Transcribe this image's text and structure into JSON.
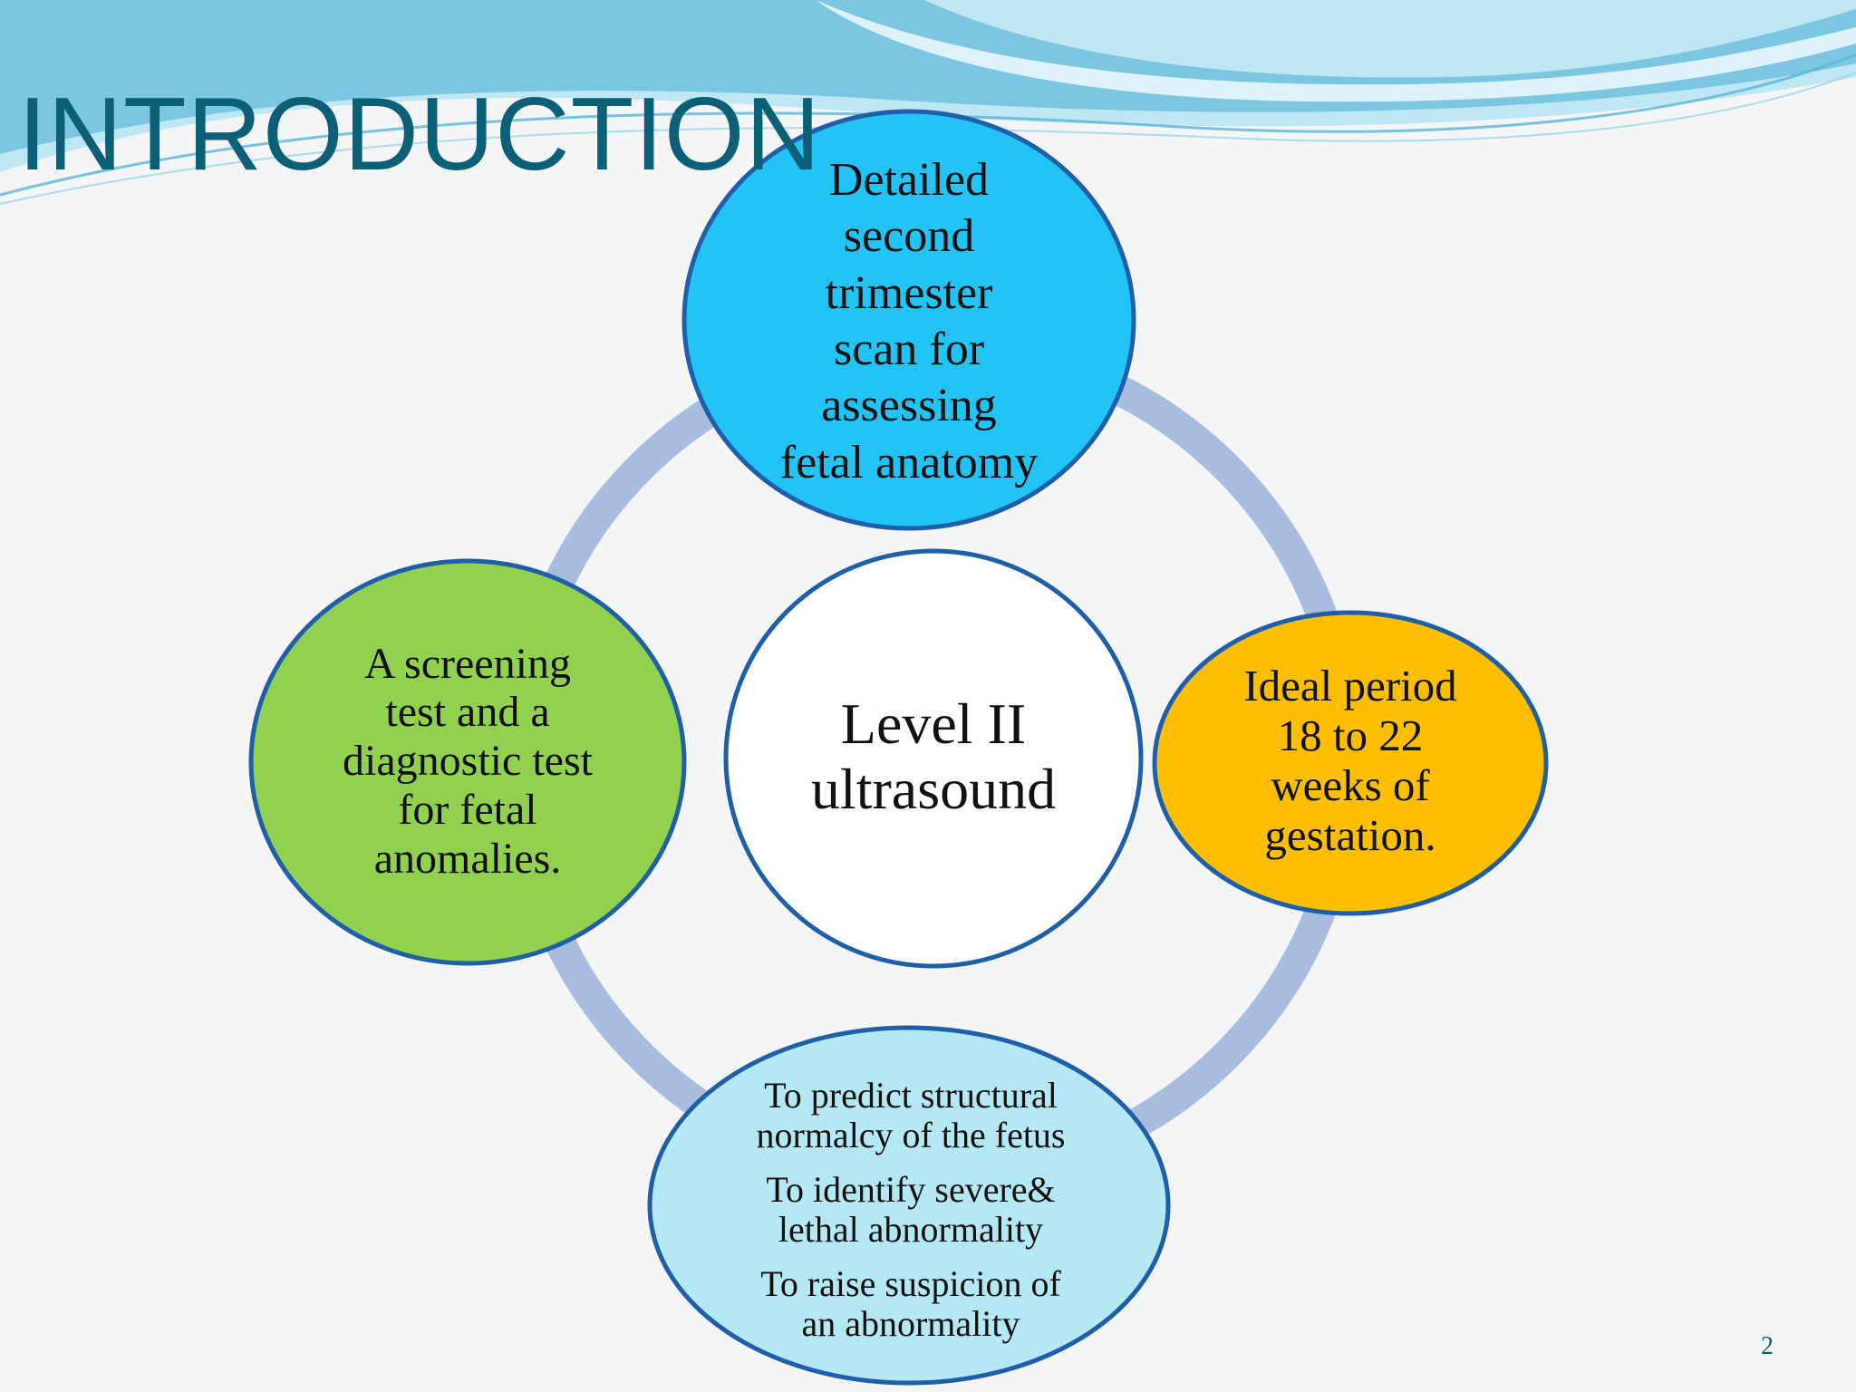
{
  "slide": {
    "title": "INTRODUCTION",
    "page_number": "2"
  },
  "diagram": {
    "center": {
      "lines": [
        "Level II",
        "ultrasound"
      ]
    },
    "top": {
      "lines": [
        "Detailed",
        "second",
        "trimester",
        "scan for",
        "assessing",
        "fetal anatomy"
      ]
    },
    "right": {
      "lines": [
        "Ideal period",
        "18 to 22",
        "weeks of",
        "gestation."
      ]
    },
    "left": {
      "lines": [
        "A screening",
        "test and a",
        "diagnostic test",
        "for fetal",
        "anomalies."
      ]
    },
    "bottom": {
      "paragraphs": [
        [
          "To predict structural",
          "normalcy of the fetus"
        ],
        [
          "To identify severe&",
          "lethal abnormality"
        ],
        [
          "To raise suspicion of",
          "an abnormality"
        ]
      ]
    }
  },
  "colors": {
    "background": "#f3f5f7",
    "title": "#0b5f77",
    "ring": "#a8bce0",
    "node_border": "#1f5ea8",
    "center_fill": "#ffffff",
    "top_fill": "#22c4f6",
    "right_fill": "#fdbf00",
    "left_fill": "#92d050",
    "bottom_fill": "#b3e8f4",
    "wave_dark": "#6fc0dd",
    "wave_light": "#bfe6f3"
  }
}
